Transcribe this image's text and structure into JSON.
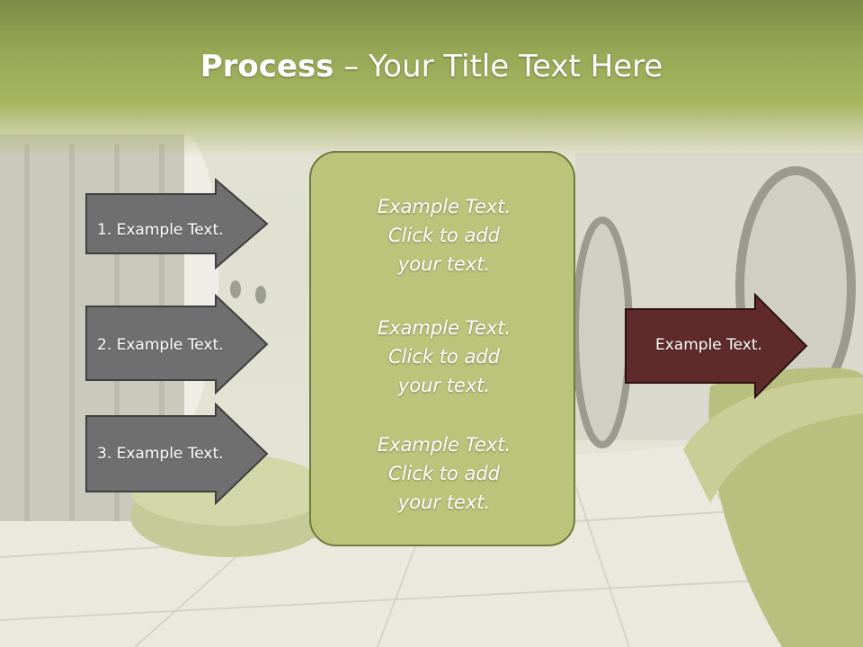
{
  "slide": {
    "title_bold": "Process",
    "title_rest": " – Your Title Text Here"
  },
  "left_arrows": [
    {
      "label": "1. Example Text."
    },
    {
      "label": "2. Example Text."
    },
    {
      "label": "3. Example Text."
    }
  ],
  "center_box": {
    "blocks": [
      {
        "line1": "Example Text.",
        "line2": "Click  to add",
        "line3": "your text."
      },
      {
        "line1": "Example Text.",
        "line2": "Click  to add",
        "line3": "your text."
      },
      {
        "line1": "Example Text.",
        "line2": "Click  to add",
        "line3": "your text."
      }
    ]
  },
  "right_arrow": {
    "label": "Example Text."
  },
  "colors": {
    "title_band": "#a7b55f",
    "left_arrow_fill": "#6f6f6f",
    "center_box_fill": "#bcc47b",
    "right_arrow_fill": "#5e2a2a"
  }
}
